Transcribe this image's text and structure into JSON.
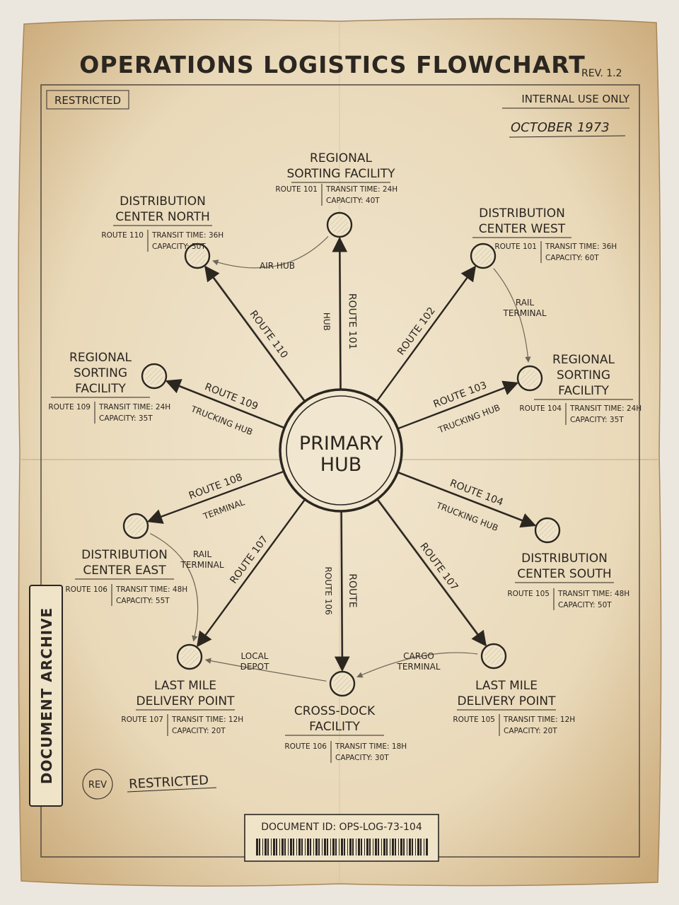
{
  "document": {
    "title": "OPERATIONS LOGISTICS FLOWCHART",
    "revision": "REV. 1.2",
    "stamp_top_left": "RESTRICTED",
    "stamp_top_right": "INTERNAL USE ONLY",
    "date": "OCTOBER 1973",
    "side_label": "DOCUMENT ARCHIVE",
    "rev_stamp": "REV",
    "stamp_bottom": "RESTRICTED",
    "document_id": "DOCUMENT ID: OPS-LOG-73-104"
  },
  "hub": {
    "line1": "PRIMARY",
    "line2": "HUB"
  },
  "nodes": [
    {
      "id": "regional-sorting-north",
      "name_lines": [
        "REGIONAL",
        "SORTING FACILITY"
      ],
      "route": "ROUTE 101",
      "transit": "TRANSIT TIME: 24H",
      "capacity": "CAPACITY: 40T"
    },
    {
      "id": "dc-west",
      "name_lines": [
        "DISTRIBUTION",
        "CENTER WEST"
      ],
      "route": "ROUTE 101",
      "transit": "TRANSIT TIME: 36H",
      "capacity": "CAPACITY: 60T"
    },
    {
      "id": "regional-sorting-east",
      "name_lines": [
        "REGIONAL",
        "SORTING",
        "FACILITY"
      ],
      "route": "ROUTE 104",
      "transit": "TRANSIT TIME: 24H",
      "capacity": "CAPACITY: 35T"
    },
    {
      "id": "dc-south",
      "name_lines": [
        "DISTRIBUTION",
        "CENTER SOUTH"
      ],
      "route": "ROUTE 105",
      "transit": "TRANSIT TIME: 48H",
      "capacity": "CAPACITY: 50T"
    },
    {
      "id": "last-mile-right",
      "name_lines": [
        "LAST MILE",
        "DELIVERY POINT"
      ],
      "route": "ROUTE 105",
      "transit": "TRANSIT TIME: 12H",
      "capacity": "CAPACITY: 20T"
    },
    {
      "id": "cross-dock",
      "name_lines": [
        "CROSS-DOCK",
        "FACILITY"
      ],
      "route": "ROUTE 106",
      "transit": "TRANSIT TIME: 18H",
      "capacity": "CAPACITY: 30T"
    },
    {
      "id": "last-mile-left",
      "name_lines": [
        "LAST MILE",
        "DELIVERY POINT"
      ],
      "route": "ROUTE 107",
      "transit": "TRANSIT TIME: 12H",
      "capacity": "CAPACITY: 20T"
    },
    {
      "id": "dc-east",
      "name_lines": [
        "DISTRIBUTION",
        "CENTER EAST"
      ],
      "route": "ROUTE 106",
      "transit": "TRANSIT TIME: 48H",
      "capacity": "CAPACITY: 55T"
    },
    {
      "id": "regional-sorting-west",
      "name_lines": [
        "REGIONAL",
        "SORTING",
        "FACILITY"
      ],
      "route": "ROUTE 109",
      "transit": "TRANSIT TIME: 24H",
      "capacity": "CAPACITY: 35T"
    },
    {
      "id": "dc-north",
      "name_lines": [
        "DISTRIBUTION",
        "CENTER NORTH"
      ],
      "route": "ROUTE 110",
      "transit": "TRANSIT TIME: 36H",
      "capacity": "CAPACITY: 50T"
    }
  ],
  "edges": [
    {
      "to": "regional-sorting-north",
      "label": "ROUTE 101",
      "sublabel": "HUB"
    },
    {
      "to": "dc-west",
      "label": "ROUTE 102",
      "sublabel": ""
    },
    {
      "to": "regional-sorting-east",
      "label": "ROUTE 103",
      "sublabel": "TRUCKING HUB"
    },
    {
      "to": "dc-south",
      "label": "ROUTE 104",
      "sublabel": "TRUCKING HUB"
    },
    {
      "to": "last-mile-right",
      "label": "ROUTE 107",
      "sublabel": ""
    },
    {
      "to": "cross-dock",
      "label": "ROUTE",
      "sublabel": "ROUTE 106"
    },
    {
      "to": "last-mile-left",
      "label": "ROUTE 107",
      "sublabel": ""
    },
    {
      "to": "dc-east",
      "label": "ROUTE 108",
      "sublabel": "TERMINAL"
    },
    {
      "to": "regional-sorting-west",
      "label": "ROUTE 109",
      "sublabel": "TRUCKING HUB"
    },
    {
      "to": "dc-north",
      "label": "ROUTE 110",
      "sublabel": ""
    }
  ],
  "links": [
    {
      "from": "regional-sorting-north",
      "to": "dc-north",
      "label_lines": [
        "AIR HUB"
      ]
    },
    {
      "from": "dc-west",
      "to": "regional-sorting-east",
      "label_lines": [
        "RAIL",
        "TERMINAL"
      ]
    },
    {
      "from": "cross-dock",
      "to": "last-mile-left",
      "label_lines": [
        "LOCAL",
        "DEPOT"
      ]
    },
    {
      "from": "last-mile-right",
      "to": "cross-dock",
      "label_lines": [
        "CARGO",
        "TERMINAL"
      ]
    },
    {
      "from": "dc-east",
      "to": "last-mile-left",
      "label_lines": [
        "RAIL",
        "TERMINAL"
      ]
    }
  ]
}
